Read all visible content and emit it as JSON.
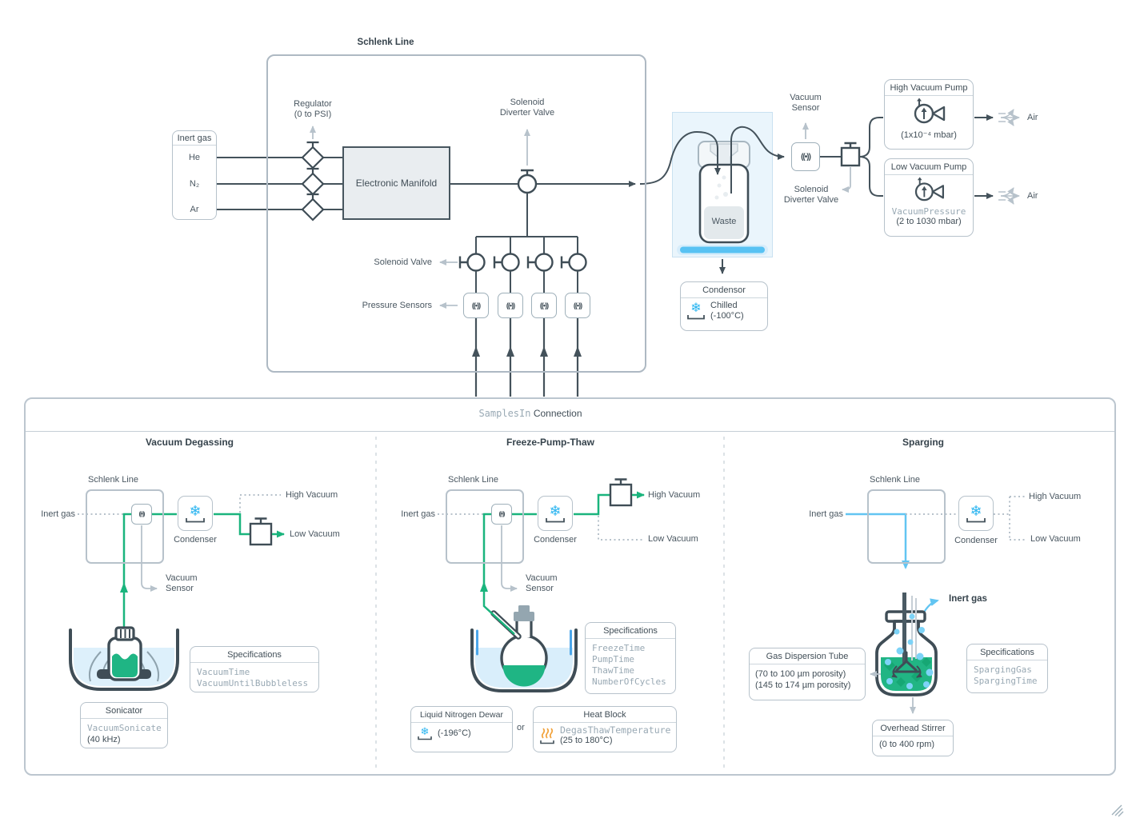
{
  "colors": {
    "dark": "#44525b",
    "gray": "#b7c2cb",
    "green": "#1ab47d",
    "blue": "#62c5f2",
    "cyan": "#2bb5f0",
    "orange": "#f2a33c"
  },
  "schlenk": {
    "title": "Schlenk Line",
    "inert_gas": {
      "title": "Inert gas",
      "he": "He",
      "n2": "N₂",
      "ar": "Ar"
    },
    "regulator": {
      "line1": "Regulator",
      "line2": "(0 to PSI)"
    },
    "manifold_label": "Electronic Manifold",
    "diverter": {
      "line1": "Solenoid",
      "line2": "Diverter Valve"
    },
    "solenoid_valve_label": "Solenoid Valve",
    "pressure_sensors_label": "Pressure Sensors",
    "sensor_glyph": "((•))"
  },
  "waste": {
    "label": "Waste"
  },
  "vacuum": {
    "sensor": {
      "line1": "Vacuum",
      "line2": "Sensor"
    },
    "diverter": {
      "line1": "Solenoid",
      "line2": "Diverter Valve"
    },
    "high_pump": {
      "title": "High Vacuum Pump",
      "spec": "(1x10⁻⁴ mbar)"
    },
    "low_pump": {
      "title": "Low Vacuum Pump",
      "param": "VacuumPressure",
      "spec": "(2 to 1030 mbar)"
    },
    "air_high": "Air",
    "air_low": "Air"
  },
  "condensor": {
    "title": "Condensor",
    "state": "Chilled",
    "spec": "(-100°C)"
  },
  "samples": {
    "param": "SamplesIn",
    "label": " Connection"
  },
  "degas": {
    "title": "Vacuum Degassing",
    "schlenk": "Schlenk Line",
    "inert_gas": "Inert gas",
    "high": "High Vacuum",
    "low": "Low Vacuum",
    "condenser": "Condenser",
    "sensor": {
      "line1": "Vacuum",
      "line2": "Sensor"
    },
    "sensor_glyph": "((•))",
    "sonicator": {
      "title": "Sonicator",
      "param": "VacuumSonicate",
      "spec": "(40 kHz)"
    },
    "specs": {
      "title": "Specifications",
      "items": [
        "VacuumTime",
        "VacuumUntilBubbleless"
      ]
    }
  },
  "fpt": {
    "title": "Freeze-Pump-Thaw",
    "schlenk": "Schlenk Line",
    "inert_gas": "Inert gas",
    "high": "High Vacuum",
    "low": "Low Vacuum",
    "condenser": "Condenser",
    "sensor": {
      "line1": "Vacuum",
      "line2": "Sensor"
    },
    "sensor_glyph": "((•))",
    "specs": {
      "title": "Specifications",
      "items": [
        "FreezeTime",
        "PumpTime",
        "ThawTime",
        "NumberOfCycles"
      ]
    },
    "dewar": {
      "title": "Liquid Nitrogen Dewar",
      "spec": "(-196°C)"
    },
    "or_label": "or",
    "heat": {
      "title": "Heat Block",
      "param": "DegasThawTemperature",
      "spec": "(25 to 180°C)"
    }
  },
  "sparge": {
    "title": "Sparging",
    "schlenk": "Schlenk Line",
    "inert_gas": "Inert gas",
    "inert_gas_out": "Inert gas",
    "high": "High Vacuum",
    "low": "Low Vacuum",
    "condenser": "Condenser",
    "gdt": {
      "title": "Gas Dispersion Tube",
      "line1": "(70 to 100 µm porosity)",
      "line2": "(145 to 174 µm porosity)"
    },
    "specs": {
      "title": "Specifications",
      "items": [
        "SpargingGas",
        "SpargingTime"
      ]
    },
    "stirrer": {
      "title": "Overhead Stirrer",
      "spec": "(0 to 400 rpm)"
    }
  }
}
